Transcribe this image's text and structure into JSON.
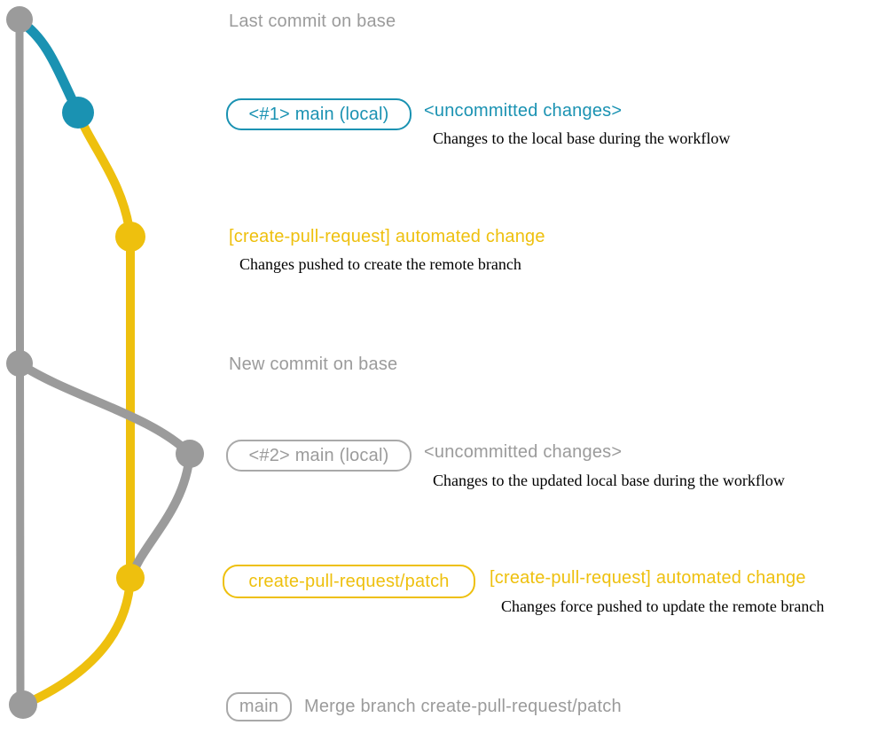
{
  "colors": {
    "gray": "#9b9b9b",
    "blue": "#1a92b2",
    "yellow": "#eec00e",
    "text_black": "#000000",
    "background": "#ffffff"
  },
  "diagram": {
    "type": "git-graph",
    "base_branch": {
      "last_commit_label": "Last commit on base",
      "new_commit_label": "New commit on base"
    },
    "local_main_1": {
      "tag": "<#1> main (local)",
      "message": "<uncommitted changes>",
      "description": "Changes to the local base during the workflow"
    },
    "remote_branch_create": {
      "message": "[create-pull-request] automated change",
      "description": "Changes pushed to create the remote branch"
    },
    "local_main_2": {
      "tag": "<#2> main (local)",
      "message": "<uncommitted changes>",
      "description": "Changes to the updated local base during the workflow"
    },
    "remote_branch_update": {
      "tag": "create-pull-request/patch",
      "message": "[create-pull-request] automated change",
      "description": "Changes force pushed to update the remote branch"
    },
    "merge_commit": {
      "tag": "main",
      "message": "Merge branch create-pull-request/patch"
    }
  }
}
